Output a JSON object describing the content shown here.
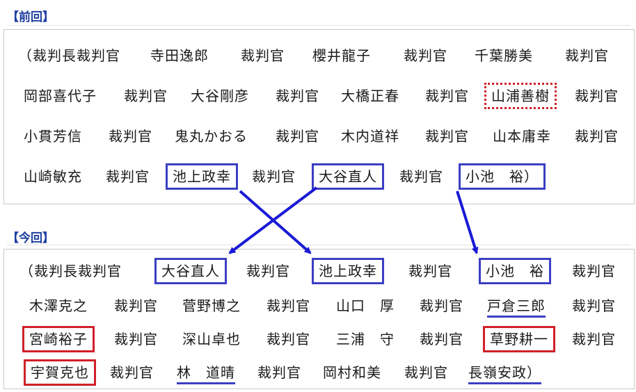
{
  "labels": {
    "previous": "【前回】",
    "current": "【今回】"
  },
  "colors": {
    "accent_blue": "#3b3fc2",
    "accent_red": "#d0202a",
    "label_blue": "#1f3fa0"
  },
  "previous": {
    "rows": [
      [
        "（裁判長裁判官",
        "寺田逸郎",
        "裁判官",
        "櫻井龍子",
        "裁判官",
        "千葉勝美",
        "裁判官"
      ],
      [
        "岡部喜代子",
        "裁判官",
        "大谷剛彦",
        "裁判官",
        "大橋正春",
        "裁判官",
        "山浦善樹",
        "裁判官"
      ],
      [
        "小貫芳信",
        "裁判官",
        "鬼丸かおる",
        "裁判官",
        "木内道祥",
        "裁判官",
        "山本庸幸",
        "裁判官"
      ],
      [
        "山崎敏充",
        "裁判官",
        "池上政幸",
        "裁判官",
        "大谷直人",
        "裁判官",
        "小池　裕）"
      ]
    ]
  },
  "current": {
    "rows": [
      [
        "（裁判長裁判官",
        "大谷直人",
        "裁判官",
        "池上政幸",
        "裁判官",
        "小池　裕",
        "裁判官"
      ],
      [
        "木澤克之",
        "裁判官",
        "菅野博之",
        "裁判官",
        "山口　厚",
        "裁判官",
        "戸倉三郎",
        "裁判官"
      ],
      [
        "宮崎裕子",
        "裁判官",
        "深山卓也",
        "裁判官",
        "三浦　守",
        "裁判官",
        "草野耕一",
        "裁判官"
      ],
      [
        "宇賀克也",
        "裁判官",
        "林　道晴",
        "裁判官",
        "岡村和美",
        "裁判官",
        "長嶺安政）"
      ]
    ]
  }
}
